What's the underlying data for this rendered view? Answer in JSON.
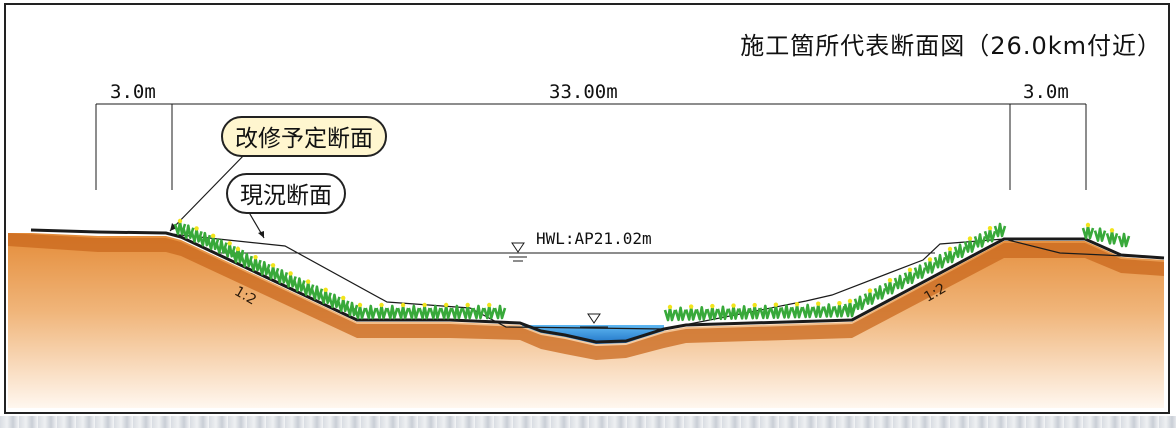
{
  "title": "施工箇所代表断面図（26.0km付近）",
  "dimensions": {
    "left": "3.0m",
    "center": "33.00m",
    "right": "3.0m"
  },
  "callouts": {
    "planned": "改修予定断面",
    "current": "現況断面"
  },
  "water_level": "HWL:AP21.02m",
  "slopes": {
    "left": "1:2",
    "right": "1:2"
  },
  "colors": {
    "soil": "#e48c39",
    "soil_fade": "#fff7ef",
    "soil_band": "#c9681d",
    "water": "#2f8fd8",
    "vegetation": "#38a93a",
    "flower": "#f2e41c",
    "callout_fill": "#fff6cf"
  }
}
